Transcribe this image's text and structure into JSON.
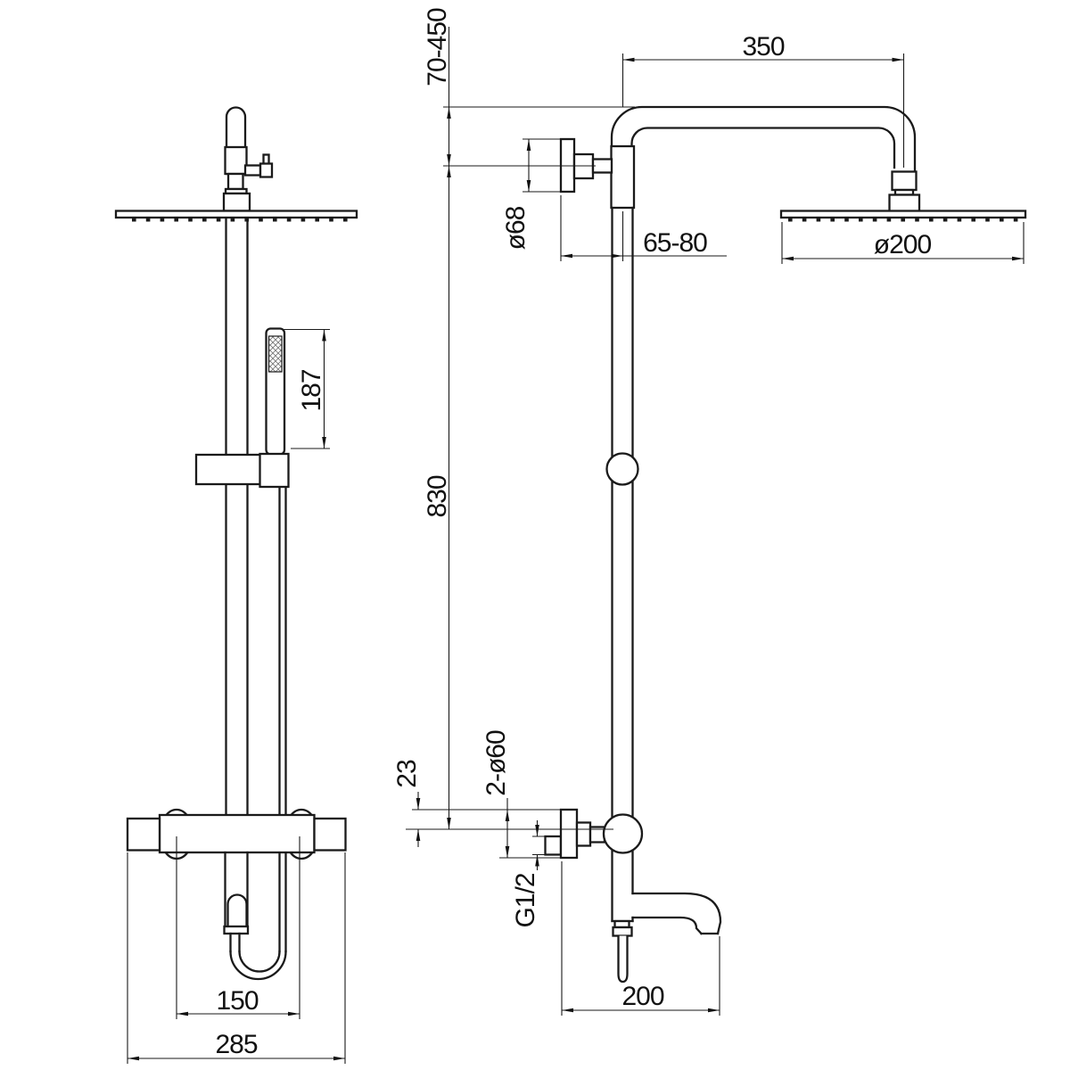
{
  "drawing": {
    "type": "technical-dimension-drawing",
    "subject": "thermostatic shower column, front and side views",
    "colors": {
      "line": "#1a1a1a",
      "background": "#ffffff"
    },
    "dims": {
      "height_adjust": "70-450",
      "arm_reach": "350",
      "wall_flange_dia": "ø68",
      "wall_clearance": "65-80",
      "head_dia": "ø200",
      "handset_length": "187",
      "riser_length": "830",
      "inlet_offset": "23",
      "valve_flanges": "2-ø60",
      "thread": "G1/2",
      "inlet_spacing": "150",
      "body_width": "285",
      "spout_reach": "200"
    }
  }
}
